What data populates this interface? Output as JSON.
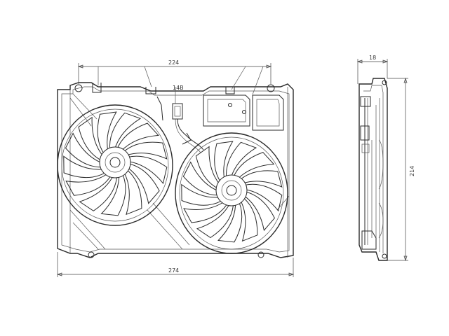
{
  "diagram": {
    "dimensions": {
      "top_width": "224",
      "bottom_width": "274",
      "side_height": "214",
      "side_depth": "18"
    },
    "small_labels": {
      "connector_tag": "14B"
    },
    "fans": [
      {
        "name": "left-fan",
        "blades": 13
      },
      {
        "name": "right-fan",
        "blades": 13
      }
    ]
  }
}
